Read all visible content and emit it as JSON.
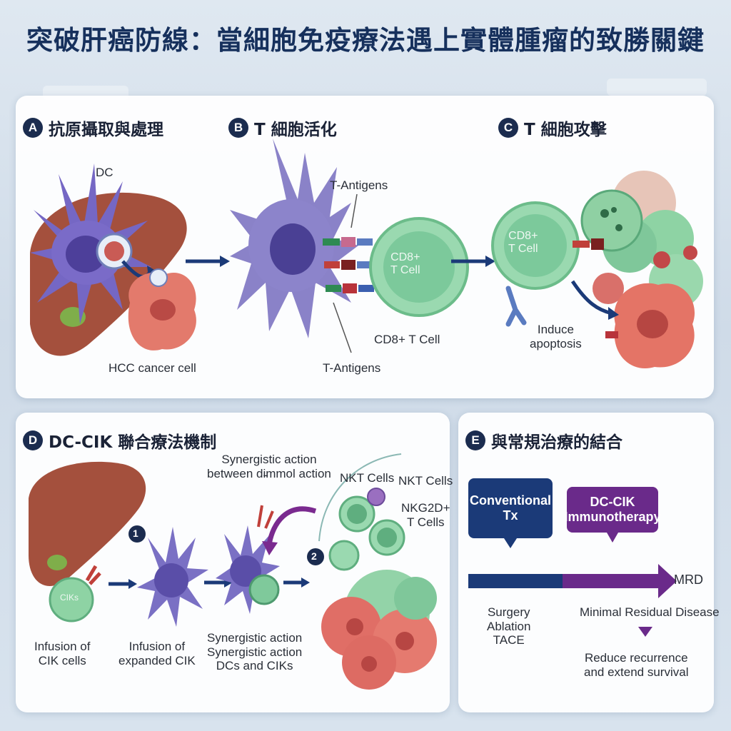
{
  "title": "突破肝癌防線：當細胞免疫療法遇上實體腫瘤的致勝關鍵",
  "panels": {
    "a": {
      "badge": "A",
      "heading": "抗原攝取與處理",
      "dc_label": "DC",
      "hcc_label": "HCC cancer cell"
    },
    "b": {
      "badge": "B",
      "heading": "T 細胞活化",
      "antigens_top": "T-Antigens",
      "antigens_bottom": "T-Antigens",
      "cell_inner": "CD8+\nT Cell",
      "cell_label": "CD8+ T Cell"
    },
    "c": {
      "badge": "C",
      "heading": "T 細胞攻擊",
      "cell_inner": "CD8+\nT Cell",
      "induce": "Induce\napoptosis"
    },
    "d": {
      "badge": "D",
      "heading": "DC-CIK 聯合療法機制",
      "ciks": "CIKs",
      "step1": "1",
      "step2": "2",
      "infusion_cik": "Infusion of\nCIK cells",
      "infusion_expanded": "Infusion of\nexpanded CIK",
      "synergy_top": "Synergistic action\nbetween di̵mmol action",
      "synergy_bottom": "Synergistic action\nSynergistic action\nDCs and CIKs",
      "nkt1": "NKT Cells",
      "nkt2": "NKT Cells",
      "nkg2d": "NKG2D+\nT Cells"
    },
    "e": {
      "badge": "E",
      "heading": "與常規治療的結合",
      "conv": "Conventional\nTx",
      "dccik": "DC-CIK\nImmunotherapy",
      "mrd": "MRD",
      "mrd_full": "Minimal Residual Disease",
      "treatments": "Surgery\nAblation\nTACE",
      "outcome": "Reduce recurrence\nand extend survival"
    }
  },
  "colors": {
    "navy": "#1b3a78",
    "purple": "#6a2a8a",
    "dc": "#6e5fb8",
    "tcell": "#7fcf9e",
    "liver": "#9a4a3a",
    "tumor": "#e07268"
  }
}
